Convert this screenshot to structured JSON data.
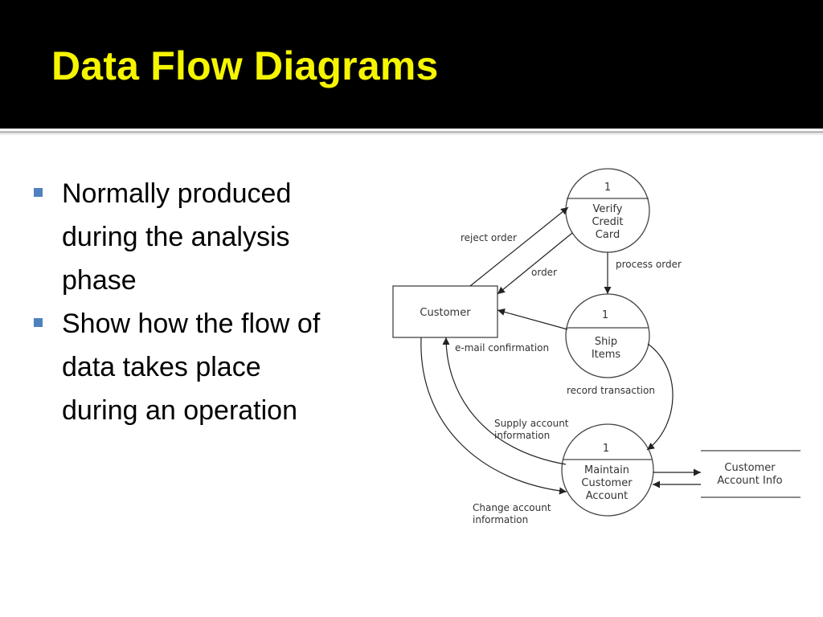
{
  "slide": {
    "title": "Data Flow Diagrams",
    "bullets": [
      {
        "lines": [
          "Normally produced",
          "during the analysis",
          "phase"
        ]
      },
      {
        "lines": [
          "Show how the flow of",
          "data takes place",
          "during an operation"
        ]
      }
    ]
  },
  "diagram": {
    "processes": [
      {
        "number": "1",
        "lines": [
          "Verify",
          "Credit",
          "Card"
        ]
      },
      {
        "number": "1",
        "lines": [
          "Ship",
          "Items"
        ]
      },
      {
        "number": "1",
        "lines": [
          "Maintain",
          "Customer",
          "Account"
        ]
      }
    ],
    "external_entity": {
      "label": "Customer"
    },
    "data_store": {
      "lines": [
        "Customer",
        "Account Info"
      ]
    },
    "flows": {
      "reject_order": "reject order",
      "order": "order",
      "process_order": "process order",
      "email_confirmation": "e-mail confirmation",
      "record_transaction": "record transaction",
      "supply_account_information": [
        "Supply account",
        "information"
      ],
      "change_account_information": [
        "Change account",
        "information"
      ]
    }
  }
}
